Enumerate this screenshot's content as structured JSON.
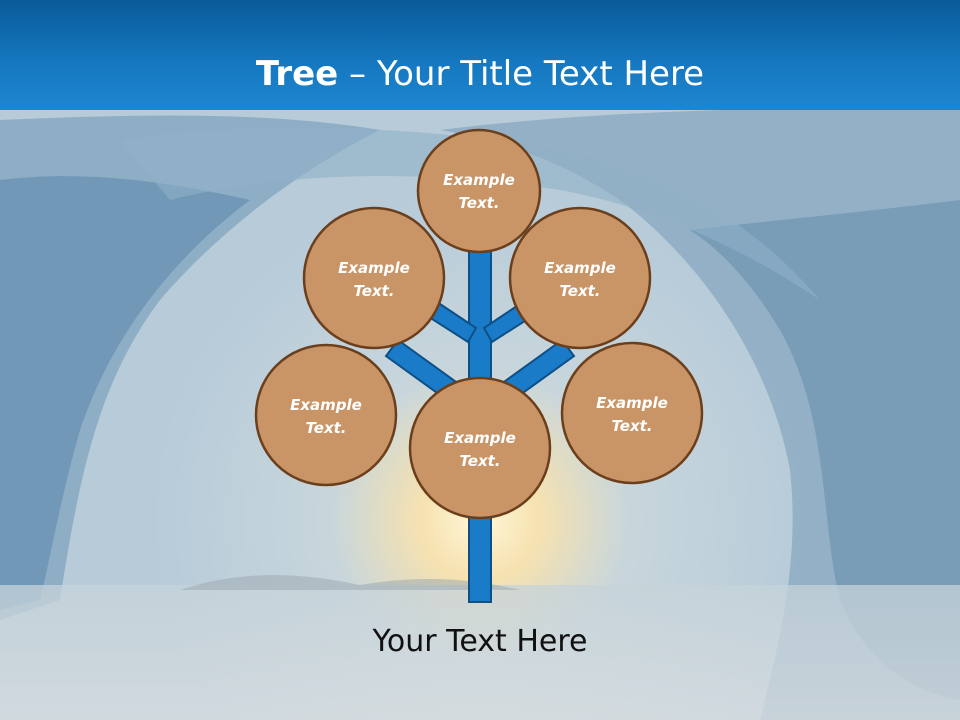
{
  "slide": {
    "title_bold": "Tree",
    "title_rest": " – Your Title Text Here",
    "footer_text": "Your Text Here"
  },
  "nodes": [
    {
      "id": "top",
      "line1": "Example",
      "line2": "Text."
    },
    {
      "id": "upper-left",
      "line1": "Example",
      "line2": "Text."
    },
    {
      "id": "upper-right",
      "line1": "Example",
      "line2": "Text."
    },
    {
      "id": "lower-left",
      "line1": "Example",
      "line2": "Text."
    },
    {
      "id": "center",
      "line1": "Example",
      "line2": "Text."
    },
    {
      "id": "lower-right",
      "line1": "Example",
      "line2": "Text."
    }
  ],
  "colors": {
    "header": "#1577bf",
    "trunk": "#1a7bc8",
    "trunk_outline": "#0e4f86",
    "node_fill": "#c99566",
    "node_outline": "#6b3f1c"
  }
}
